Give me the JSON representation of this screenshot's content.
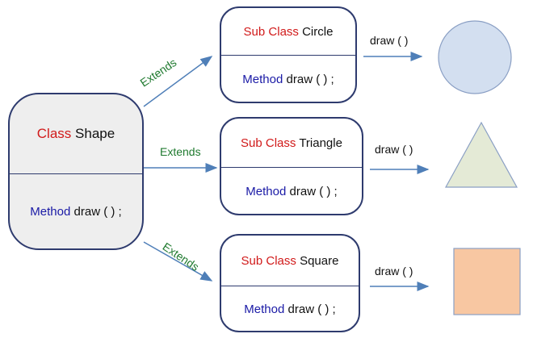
{
  "base": {
    "kw": "Class",
    "name": "Shape",
    "method_kw": "Method",
    "method": "draw ( ) ;"
  },
  "subclasses": [
    {
      "kw": "Sub Class",
      "name": "Circle",
      "method_kw": "Method",
      "method": "draw ( ) ;",
      "edge_label": "Extends",
      "output": "draw ( )",
      "shape": "circle"
    },
    {
      "kw": "Sub Class",
      "name": "Triangle",
      "method_kw": "Method",
      "method": "draw ( ) ;",
      "edge_label": "Extends",
      "output": "draw ( )",
      "shape": "triangle"
    },
    {
      "kw": "Sub Class",
      "name": "Square",
      "method_kw": "Method",
      "method": "draw ( ) ;",
      "edge_label": "Extends",
      "output": "draw ( )",
      "shape": "square"
    }
  ],
  "colors": {
    "circle_fill": "#d3dff0",
    "triangle_fill": "#e4ead6",
    "square_fill": "#f8c7a2",
    "shape_stroke": "#8a9fc4",
    "arrow": "#4f7fb8",
    "base_fill": "#eeeeee"
  }
}
